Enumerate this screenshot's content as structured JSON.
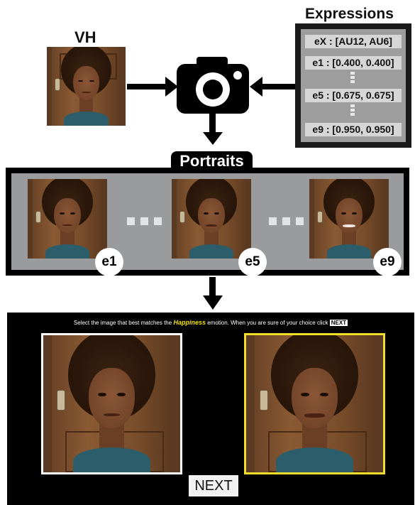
{
  "vh": {
    "label": "VH"
  },
  "expressions": {
    "title": "Expressions",
    "rows": [
      "eX : [AU12, AU6]",
      "e1 : [0.400, 0.400]",
      "e5 : [0.675, 0.675]",
      "e9 : [0.950, 0.950]"
    ]
  },
  "camera": {
    "icon": "camera-icon"
  },
  "portraits": {
    "title": "Portraits",
    "badges": [
      "e1",
      "e5",
      "e9"
    ]
  },
  "study": {
    "instruction_prefix": "Select the image that best matches the",
    "emotion": "Happiness",
    "instruction_mid": "emotion. When you are sure of your choice click",
    "instruction_next": "NEXT",
    "next_button": "NEXT",
    "left_frame_color": "#ffffff",
    "selected_frame_color": "#f0dc2a"
  },
  "colors": {
    "strip_gray": "#9a9b9d",
    "expr_gray": "#9d9d9d",
    "emotion_yellow": "#f4e000"
  }
}
